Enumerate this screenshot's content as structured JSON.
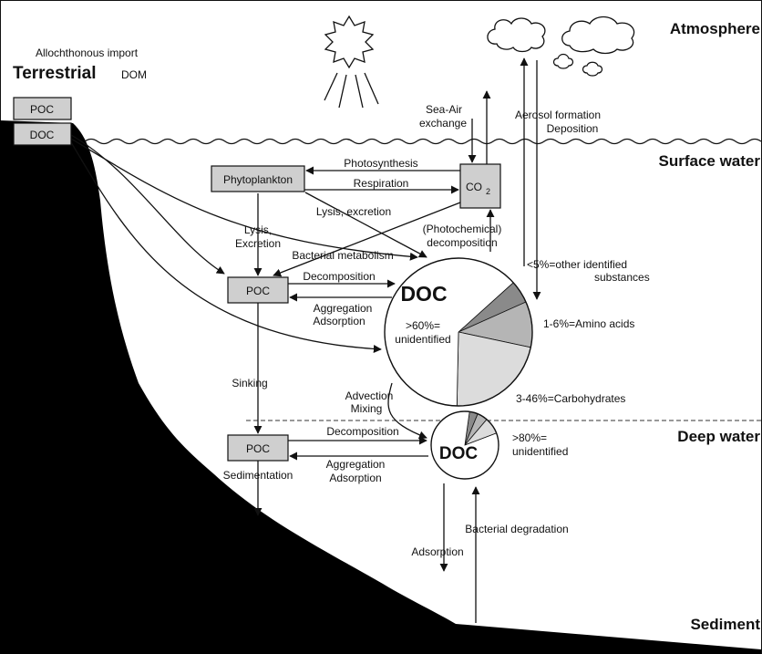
{
  "zones": {
    "atmosphere": "Atmosphere",
    "surface": "Surface water",
    "deep": "Deep water",
    "sediment": "Sediment"
  },
  "terrestrial": {
    "subtitle": "Allochthonous import",
    "title": "Terrestrial",
    "suffix": "DOM",
    "poc": "POC",
    "doc": "DOC"
  },
  "surface_boxes": {
    "phytoplankton": "Phytoplankton",
    "co2": "CO",
    "co2_sub": "2",
    "poc": "POC"
  },
  "deep_boxes": {
    "poc": "POC"
  },
  "processes": {
    "sea_air_1": "Sea-Air",
    "sea_air_2": "exchange",
    "aerosol": "Aerosol formation",
    "deposition": "Deposition",
    "photosynthesis": "Photosynthesis",
    "respiration": "Respiration",
    "lysis_excretion": "Lysis, excretion",
    "lysis": "Lysis,",
    "excretion": "Excretion",
    "bacterial_metabolism": "Bacterial metabolism",
    "photochem_1": "(Photochemical)",
    "photochem_2": "decomposition",
    "decomposition_surface": "Decomposition",
    "aggregation_surface": "Aggregation",
    "adsorption_surface": "Adsorption",
    "sinking": "Sinking",
    "advection": "Advection",
    "mixing": "Mixing",
    "decomposition_deep": "Decomposition",
    "aggregation_deep": "Aggregation",
    "adsorption_deep": "Adsorption",
    "sedimentation": "Sedimentation",
    "adsorption_sediment": "Adsorption",
    "bacterial_degradation": "Bacterial degradation"
  },
  "doc_surface": {
    "label": "DOC",
    "unidentified_1": ">60%=",
    "unidentified_2": "unidentified",
    "other_1": "<5%=other identified",
    "other_2": "substances",
    "amino": "1-6%=Amino acids",
    "carbs": "3-46%=Carbohydrates",
    "slices": [
      {
        "name": "other identified substances",
        "fraction": 0.05,
        "color": "#8a8a8a"
      },
      {
        "name": "Amino acids",
        "fraction": 0.1,
        "color": "#b5b5b5"
      },
      {
        "name": "Carbohydrates",
        "fraction": 0.22,
        "color": "#dcdcdc"
      },
      {
        "name": "unidentified",
        "fraction": 0.63,
        "color": "#ffffff"
      }
    ]
  },
  "doc_deep": {
    "label": "DOC",
    "unidentified_1": ">80%=",
    "unidentified_2": "unidentified",
    "slices": [
      {
        "name": "other",
        "fraction": 0.04,
        "color": "#8a8a8a"
      },
      {
        "name": "amino",
        "fraction": 0.05,
        "color": "#b5b5b5"
      },
      {
        "name": "carbs",
        "fraction": 0.08,
        "color": "#dcdcdc"
      },
      {
        "name": "unidentified",
        "fraction": 0.83,
        "color": "#ffffff"
      }
    ]
  }
}
